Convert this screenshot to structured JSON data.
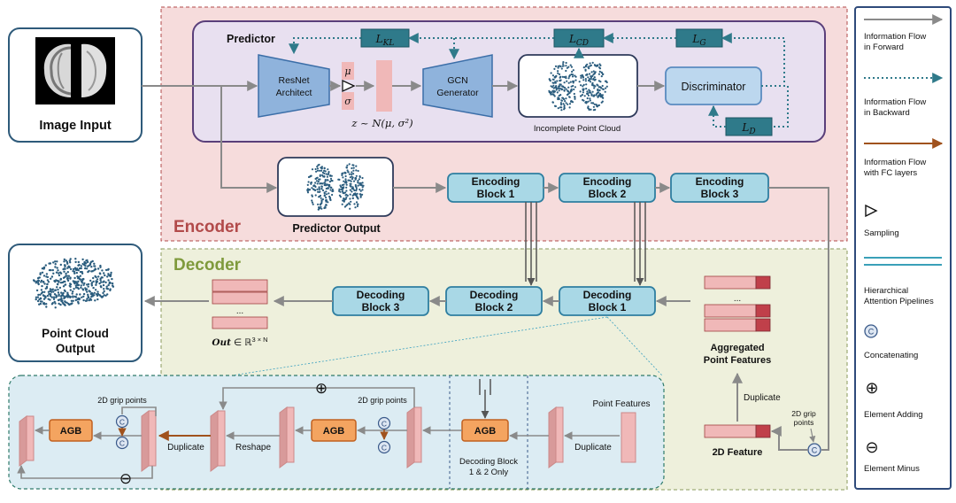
{
  "input": {
    "label": "Image Input"
  },
  "predictor": {
    "title": "Predictor",
    "resnet": [
      "ResNet",
      "Architect"
    ],
    "mu": "μ",
    "sigma": "σ",
    "gcn": [
      "GCN",
      "Generator"
    ],
    "incomplete_label": "Incomplete Point Cloud",
    "discriminator": "Discriminator",
    "z_label": "z ~ N(μ, σ²)",
    "losses": {
      "kl": "L",
      "kl_sub": "KL",
      "cd": "L",
      "cd_sub": "CD",
      "g": "L",
      "g_sub": "G",
      "d": "L",
      "d_sub": "D"
    }
  },
  "encoder": {
    "label": "Encoder",
    "predictor_output": "Predictor Output",
    "blocks": [
      [
        "Encoding",
        "Block 1"
      ],
      [
        "Encoding",
        "Block 2"
      ],
      [
        "Encoding",
        "Block 3"
      ]
    ]
  },
  "decoder": {
    "label": "Decoder",
    "blocks": [
      [
        "Decoding",
        "Block 3"
      ],
      [
        "Decoding",
        "Block 2"
      ],
      [
        "Decoding",
        "Block 1"
      ]
    ],
    "out_label": "Out",
    "out_space": "∈ ℝ",
    "out_sup": "3 × N",
    "dots": "...",
    "aggregated": [
      "Aggregated",
      "Point Features"
    ],
    "duplicate": "Duplicate",
    "feature_2d": "2D Feature",
    "grip": [
      "2D grip",
      "points"
    ]
  },
  "output": {
    "label": [
      "Point Cloud",
      "Output"
    ]
  },
  "detail": {
    "agb": "AGB",
    "grip_points": "2D grip points",
    "duplicate": "Duplicate",
    "reshape": "Reshape",
    "point_features": "Point Features",
    "decoding_only": [
      "Decoding Block",
      "1 & 2 Only"
    ],
    "concat_symbol": "C",
    "plus_symbol": "⊕",
    "minus_symbol": "⊖"
  },
  "legend": {
    "items": [
      {
        "label": [
          "Information Flow",
          "in Forward"
        ]
      },
      {
        "label": [
          "Information Flow",
          "in Backward"
        ]
      },
      {
        "label": [
          "Information Flow",
          "with FC layers"
        ]
      },
      {
        "label": [
          "Sampling"
        ]
      },
      {
        "label": [
          "Hierarchical",
          "Attention Pipelines"
        ]
      },
      {
        "label": [
          "Concatenating"
        ]
      },
      {
        "label": [
          "Element Adding"
        ]
      },
      {
        "label": [
          "Element Minus"
        ]
      }
    ]
  },
  "colors": {
    "encoder_bg": "#f6dcdc",
    "decoder_bg": "#eef0dc",
    "predictor_bg": "#e8e0f0",
    "block_fill": "#a9d8e6",
    "loss_fill": "#2f7a8a",
    "agb_fill": "#f4a460",
    "brain": "#2b5d7e",
    "pink": "#f0b8b8",
    "darkred": "#c0404a",
    "detail_bg": "#dcecf3"
  }
}
